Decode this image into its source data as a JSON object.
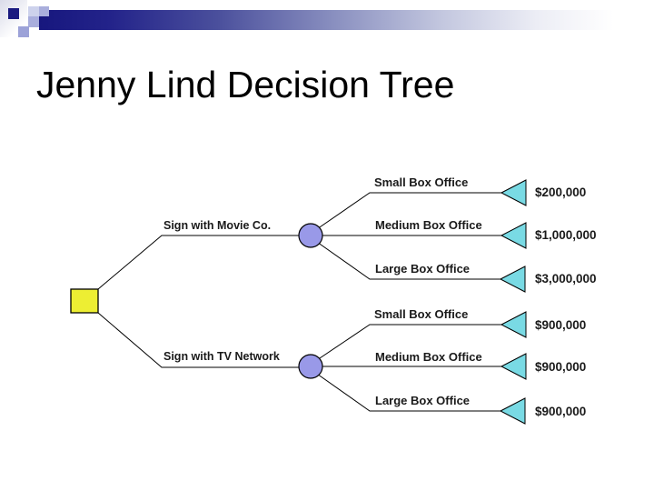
{
  "slide": {
    "title": "Jenny Lind Decision Tree"
  },
  "tree": {
    "root_node_shape": "decision-square",
    "branches": [
      {
        "label": "Sign with Movie Co.",
        "node_shape": "chance-circle",
        "outcomes": [
          {
            "label": "Small Box Office",
            "payoff": "$200,000"
          },
          {
            "label": "Medium Box Office",
            "payoff": "$1,000,000"
          },
          {
            "label": "Large Box Office",
            "payoff": "$3,000,000"
          }
        ]
      },
      {
        "label": "Sign with TV Network",
        "node_shape": "chance-circle",
        "outcomes": [
          {
            "label": "Small Box Office",
            "payoff": "$900,000"
          },
          {
            "label": "Medium Box Office",
            "payoff": "$900,000"
          },
          {
            "label": "Large Box Office",
            "payoff": "$900,000"
          }
        ]
      }
    ]
  },
  "colors": {
    "decision_node": "#edee33",
    "chance_node": "#9999e8",
    "payoff_triangle": "#79dae4",
    "line": "#000000",
    "header_bar_navy": "#17177e"
  }
}
